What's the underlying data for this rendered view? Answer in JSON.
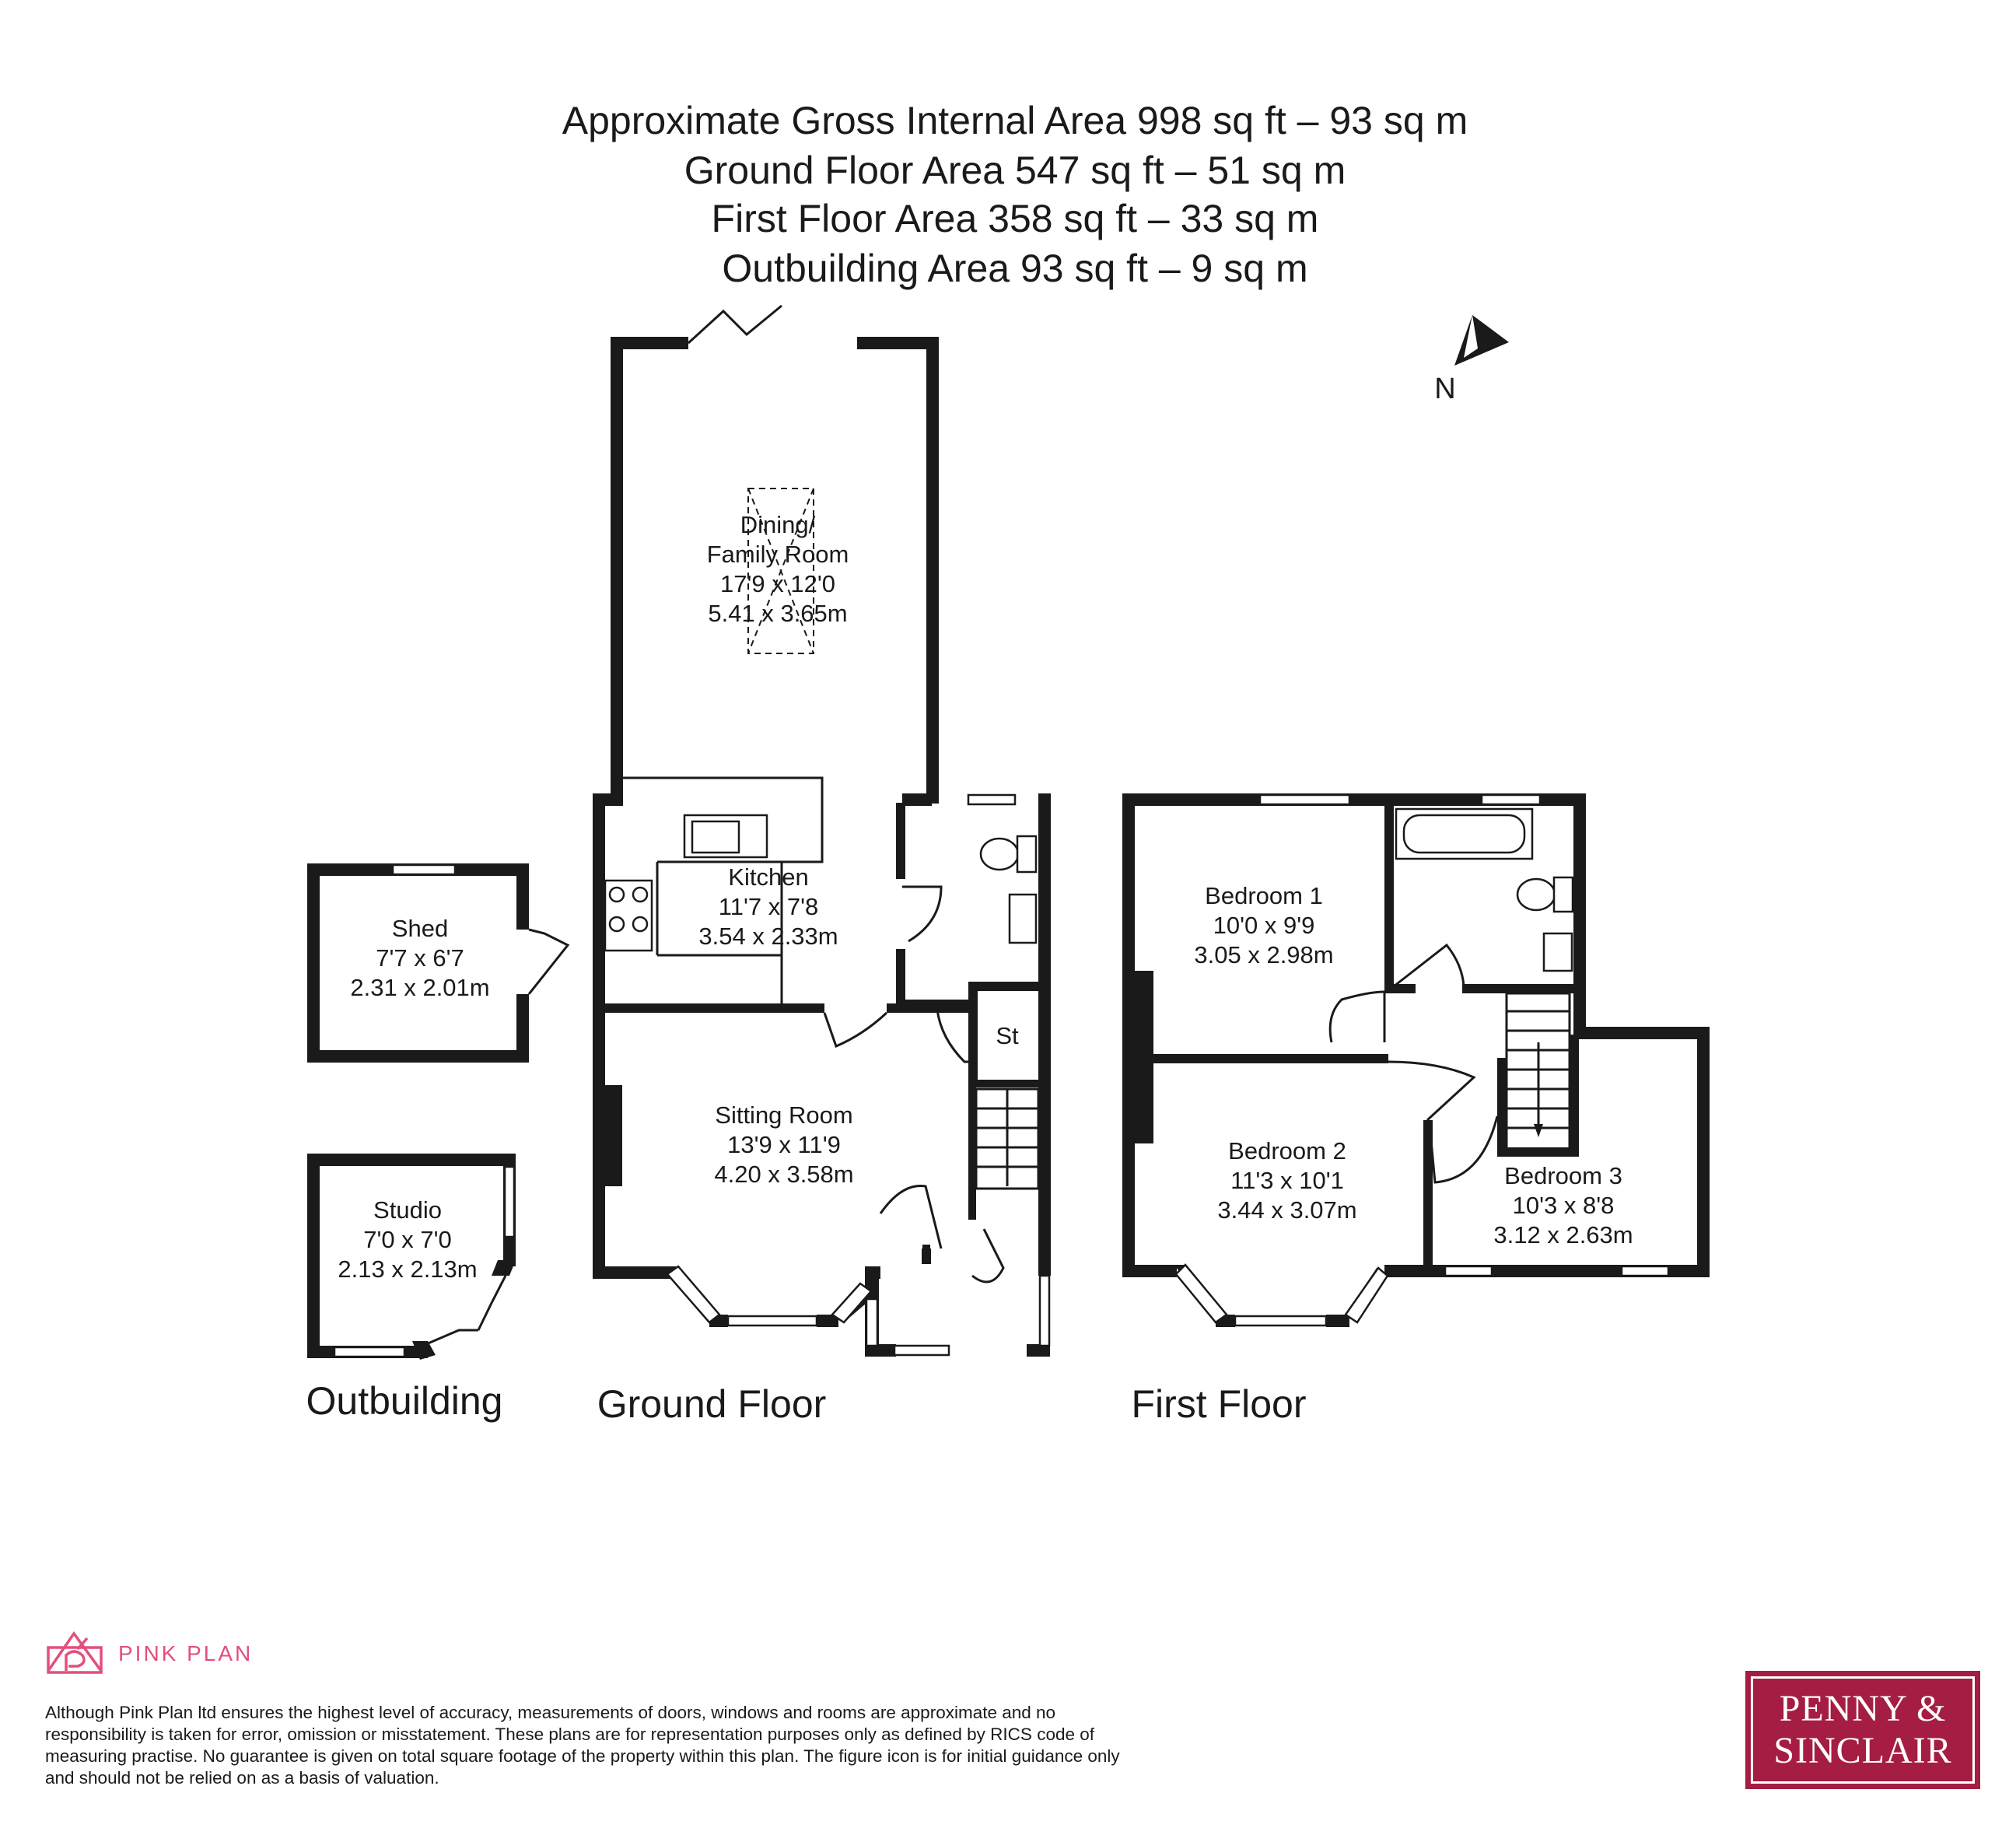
{
  "header": {
    "gross_area": "Approximate Gross Internal Area 998 sq ft – 93 sq m",
    "ground_area": "Ground Floor Area 547 sq ft – 51 sq m",
    "first_area": "First Floor Area 358 sq ft – 33 sq m",
    "outbuilding_area": "Outbuilding Area 93 sq ft – 9 sq m"
  },
  "compass": {
    "label": "N"
  },
  "floors": {
    "outbuilding": "Outbuilding",
    "ground": "Ground Floor",
    "first": "First Floor"
  },
  "rooms": {
    "dining": {
      "name1": "Dining/",
      "name2": "Family Room",
      "imperial": "17'9 x 12'0",
      "metric": "5.41 x 3.65m"
    },
    "kitchen": {
      "name": "Kitchen",
      "imperial": "11'7 x 7'8",
      "metric": "3.54 x 2.33m"
    },
    "sitting": {
      "name": "Sitting Room",
      "imperial": "13'9 x 11'9",
      "metric": "4.20 x 3.58m"
    },
    "store": {
      "name": "St"
    },
    "shed": {
      "name": "Shed",
      "imperial": "7'7 x 6'7",
      "metric": "2.31 x 2.01m"
    },
    "studio": {
      "name": "Studio",
      "imperial": "7'0 x 7'0",
      "metric": "2.13 x 2.13m"
    },
    "bedroom1": {
      "name": "Bedroom 1",
      "imperial": "10'0 x 9'9",
      "metric": "3.05 x 2.98m"
    },
    "bedroom2": {
      "name": "Bedroom 2",
      "imperial": "11'3 x 10'1",
      "metric": "3.44 x 3.07m"
    },
    "bedroom3": {
      "name": "Bedroom 3",
      "imperial": "10'3 x 8'8",
      "metric": "3.12 x 2.63m"
    }
  },
  "footer": {
    "brand": "PINK PLAN",
    "disclaimer": "Although Pink Plan ltd ensures the highest level of accuracy, measurements of doors, windows and rooms are approximate and no responsibility is taken for error, omission or misstatement. These plans are for representation purposes only as defined by RICS code of measuring practise. No guarantee is given on total square footage of the property within this plan. The figure icon is for initial guidance only and should not be relied on as a basis of valuation.",
    "agent_line1": "PENNY &",
    "agent_line2": "SINCLAIR"
  },
  "colors": {
    "wall": "#1a1a1a",
    "brand_pink": "#e34f7c",
    "agent_red": "#a51d43"
  }
}
